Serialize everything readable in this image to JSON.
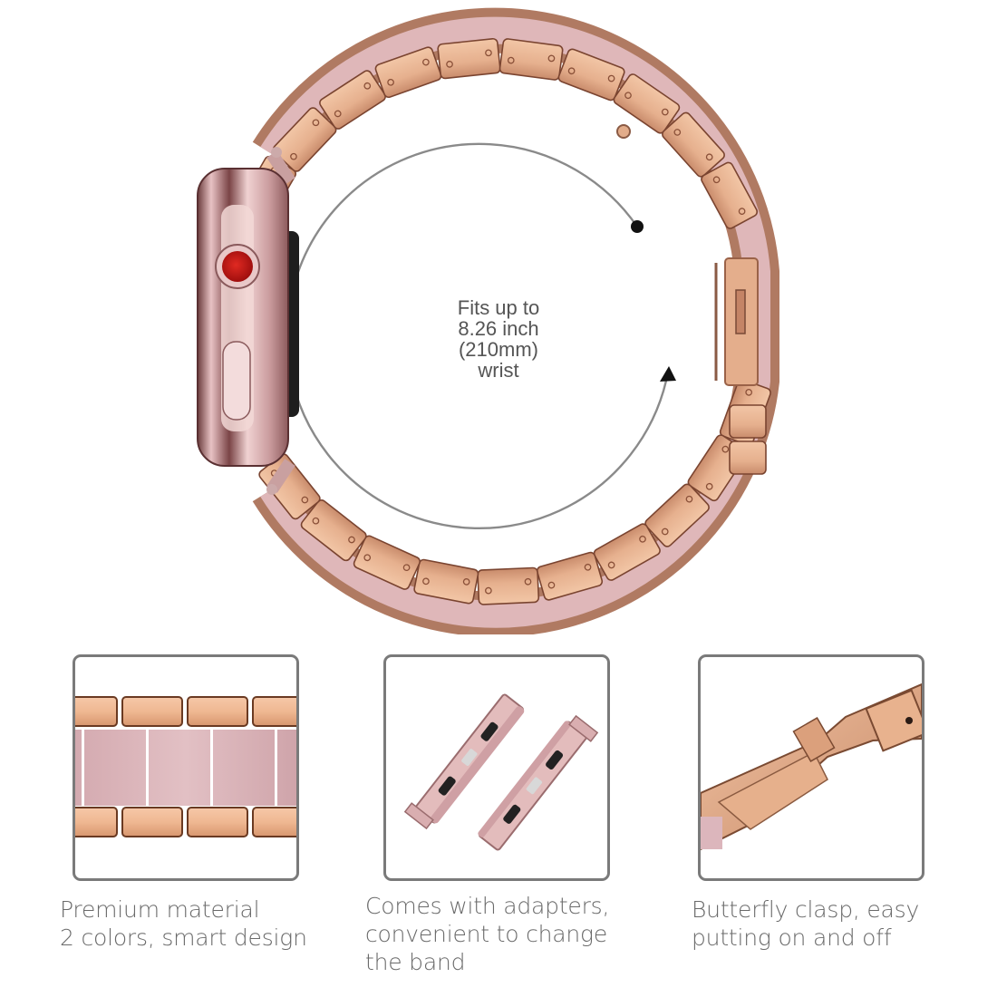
{
  "hero": {
    "product": "rose-gold stainless steel link band for smart watch",
    "fit_text": [
      "Fits up to",
      "8.26 inch",
      "(210mm)",
      "wrist"
    ],
    "colors": {
      "rose_gold": "#e8b898",
      "rose_gold_dark": "#b8785a",
      "pink_resin": "#d9b4b8",
      "watch_case": "#e0b6b6",
      "crown_red": "#c81818",
      "measure_line": "#8a8a8a"
    }
  },
  "features": [
    {
      "id": "material",
      "image": "band-links-closeup",
      "caption": [
        "Premium material",
        "2 colors, smart design"
      ]
    },
    {
      "id": "adapters",
      "image": "band-adapters",
      "caption": [
        "Comes with adapters,",
        "convenient to change",
        "the band"
      ]
    },
    {
      "id": "clasp",
      "image": "butterfly-clasp",
      "caption": [
        "Butterfly clasp, easy",
        "putting on and off"
      ]
    }
  ]
}
